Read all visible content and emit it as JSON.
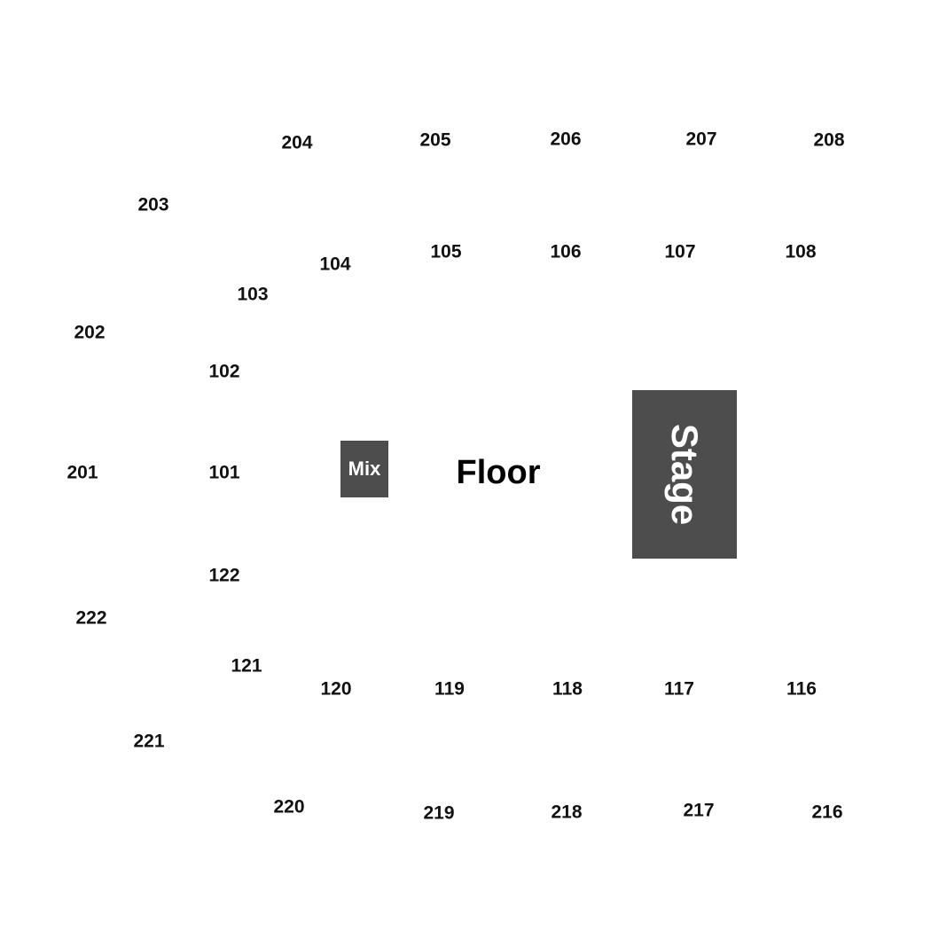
{
  "colors": {
    "background": "#ffffff",
    "text": "#111111",
    "block": "#4d4d4d",
    "block_text": "#ffffff"
  },
  "map": {
    "floor_label": "Floor",
    "mix_label": "Mix",
    "stage_label": "Stage",
    "sections_200_upper": [
      "204",
      "205",
      "206",
      "207",
      "208",
      "203"
    ],
    "sections_100_upper": [
      "104",
      "105",
      "106",
      "107",
      "108",
      "103",
      "102"
    ],
    "sections_left": [
      "202",
      "201",
      "101",
      "122",
      "222"
    ],
    "sections_100_lower": [
      "121",
      "120",
      "119",
      "118",
      "117",
      "116"
    ],
    "sections_200_lower": [
      "221",
      "220",
      "219",
      "218",
      "217",
      "216"
    ]
  }
}
